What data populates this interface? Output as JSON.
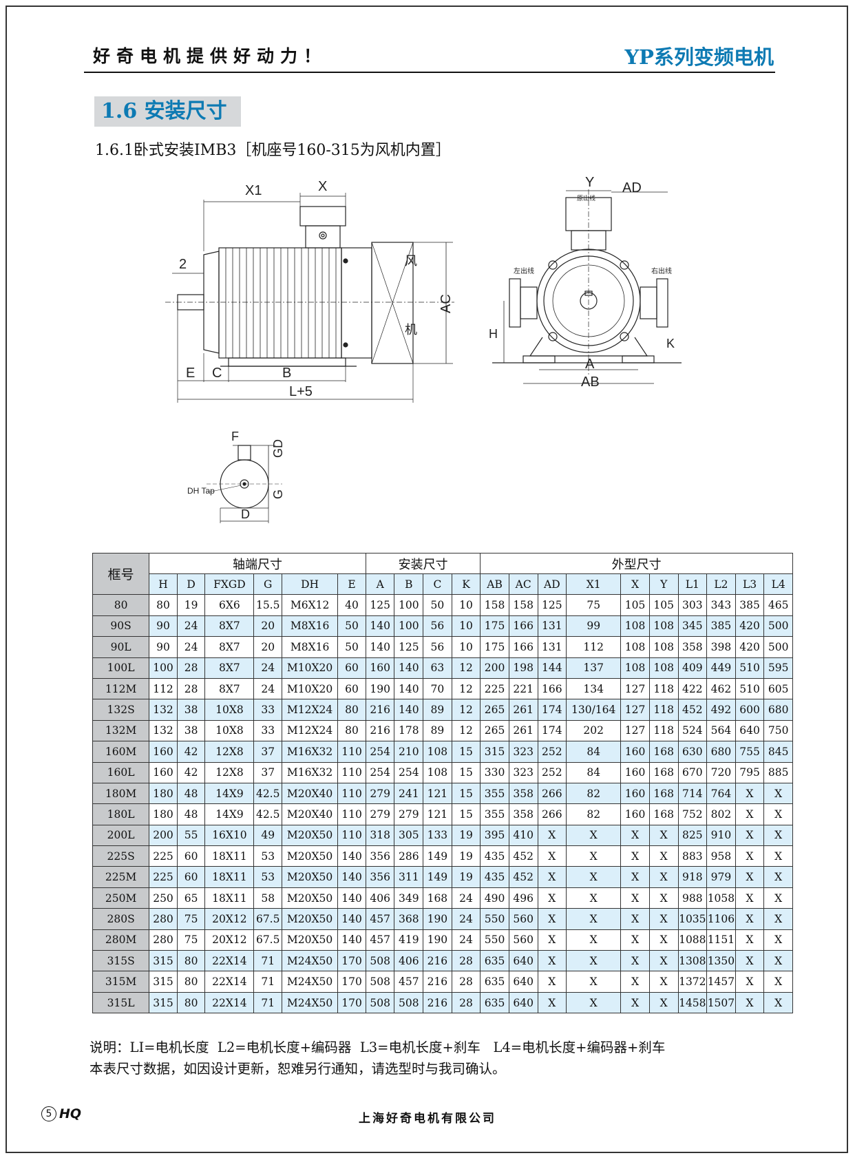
{
  "header": {
    "left_slogan": "好奇电机提供好动力！",
    "right_title": "YP系列变频电机"
  },
  "section": {
    "title": "1.6 安装尺寸",
    "subtitle": "1.6.1卧式安装IMB3［机座号160-315为风机内置］"
  },
  "drawing_labels": {
    "x1": "X1",
    "x": "X",
    "two": "2",
    "ac": "AC",
    "fan1": "风",
    "fan2": "机",
    "e": "E",
    "c": "C",
    "b": "B",
    "l5": "L+5",
    "y": "Y",
    "ad": "AD",
    "baseline": "原出线",
    "left_out": "左出线",
    "right_out": "右出线",
    "h": "H",
    "k": "K",
    "a": "A",
    "ab": "AB",
    "f": "F",
    "gd": "GD",
    "g": "G",
    "d": "D",
    "dh": "DH Tap"
  },
  "table": {
    "corner": "框号",
    "groups": [
      {
        "label": "轴端尺寸"
      },
      {
        "label": "安装尺寸"
      },
      {
        "label": "外型尺寸"
      }
    ],
    "columns": [
      "H",
      "D",
      "FXGD",
      "G",
      "DH",
      "E",
      "A",
      "B",
      "C",
      "K",
      "AB",
      "AC",
      "AD",
      "X1",
      "X",
      "Y",
      "L1",
      "L2",
      "L3",
      "L4"
    ],
    "rows": [
      {
        "frame": "80",
        "values": [
          "80",
          "19",
          "6X6",
          "15.5",
          "M6X12",
          "40",
          "125",
          "100",
          "50",
          "10",
          "158",
          "158",
          "125",
          "75",
          "105",
          "105",
          "303",
          "343",
          "385",
          "465"
        ]
      },
      {
        "frame": "90S",
        "values": [
          "90",
          "24",
          "8X7",
          "20",
          "M8X16",
          "50",
          "140",
          "100",
          "56",
          "10",
          "175",
          "166",
          "131",
          "99",
          "108",
          "108",
          "345",
          "385",
          "420",
          "500"
        ]
      },
      {
        "frame": "90L",
        "values": [
          "90",
          "24",
          "8X7",
          "20",
          "M8X16",
          "50",
          "140",
          "125",
          "56",
          "10",
          "175",
          "166",
          "131",
          "112",
          "108",
          "108",
          "358",
          "398",
          "420",
          "500"
        ]
      },
      {
        "frame": "100L",
        "values": [
          "100",
          "28",
          "8X7",
          "24",
          "M10X20",
          "60",
          "160",
          "140",
          "63",
          "12",
          "200",
          "198",
          "144",
          "137",
          "108",
          "108",
          "409",
          "449",
          "510",
          "595"
        ]
      },
      {
        "frame": "112M",
        "values": [
          "112",
          "28",
          "8X7",
          "24",
          "M10X20",
          "60",
          "190",
          "140",
          "70",
          "12",
          "225",
          "221",
          "166",
          "134",
          "127",
          "118",
          "422",
          "462",
          "510",
          "605"
        ]
      },
      {
        "frame": "132S",
        "values": [
          "132",
          "38",
          "10X8",
          "33",
          "M12X24",
          "80",
          "216",
          "140",
          "89",
          "12",
          "265",
          "261",
          "174",
          "130/164",
          "127",
          "118",
          "452",
          "492",
          "600",
          "680"
        ]
      },
      {
        "frame": "132M",
        "values": [
          "132",
          "38",
          "10X8",
          "33",
          "M12X24",
          "80",
          "216",
          "178",
          "89",
          "12",
          "265",
          "261",
          "174",
          "202",
          "127",
          "118",
          "524",
          "564",
          "640",
          "750"
        ]
      },
      {
        "frame": "160M",
        "values": [
          "160",
          "42",
          "12X8",
          "37",
          "M16X32",
          "110",
          "254",
          "210",
          "108",
          "15",
          "315",
          "323",
          "252",
          "84",
          "160",
          "168",
          "630",
          "680",
          "755",
          "845"
        ]
      },
      {
        "frame": "160L",
        "values": [
          "160",
          "42",
          "12X8",
          "37",
          "M16X32",
          "110",
          "254",
          "254",
          "108",
          "15",
          "330",
          "323",
          "252",
          "84",
          "160",
          "168",
          "670",
          "720",
          "795",
          "885"
        ]
      },
      {
        "frame": "180M",
        "values": [
          "180",
          "48",
          "14X9",
          "42.5",
          "M20X40",
          "110",
          "279",
          "241",
          "121",
          "15",
          "355",
          "358",
          "266",
          "82",
          "160",
          "168",
          "714",
          "764",
          "X",
          "X"
        ]
      },
      {
        "frame": "180L",
        "values": [
          "180",
          "48",
          "14X9",
          "42.5",
          "M20X40",
          "110",
          "279",
          "279",
          "121",
          "15",
          "355",
          "358",
          "266",
          "82",
          "160",
          "168",
          "752",
          "802",
          "X",
          "X"
        ]
      },
      {
        "frame": "200L",
        "values": [
          "200",
          "55",
          "16X10",
          "49",
          "M20X50",
          "110",
          "318",
          "305",
          "133",
          "19",
          "395",
          "410",
          "X",
          "X",
          "X",
          "X",
          "825",
          "910",
          "X",
          "X"
        ]
      },
      {
        "frame": "225S",
        "values": [
          "225",
          "60",
          "18X11",
          "53",
          "M20X50",
          "140",
          "356",
          "286",
          "149",
          "19",
          "435",
          "452",
          "X",
          "X",
          "X",
          "X",
          "883",
          "958",
          "X",
          "X"
        ]
      },
      {
        "frame": "225M",
        "values": [
          "225",
          "60",
          "18X11",
          "53",
          "M20X50",
          "140",
          "356",
          "311",
          "149",
          "19",
          "435",
          "452",
          "X",
          "X",
          "X",
          "X",
          "918",
          "979",
          "X",
          "X"
        ]
      },
      {
        "frame": "250M",
        "values": [
          "250",
          "65",
          "18X11",
          "58",
          "M20X50",
          "140",
          "406",
          "349",
          "168",
          "24",
          "490",
          "496",
          "X",
          "X",
          "X",
          "X",
          "988",
          "1058",
          "X",
          "X"
        ]
      },
      {
        "frame": "280S",
        "values": [
          "280",
          "75",
          "20X12",
          "67.5",
          "M20X50",
          "140",
          "457",
          "368",
          "190",
          "24",
          "550",
          "560",
          "X",
          "X",
          "X",
          "X",
          "1035",
          "1106",
          "X",
          "X"
        ]
      },
      {
        "frame": "280M",
        "values": [
          "280",
          "75",
          "20X12",
          "67.5",
          "M20X50",
          "140",
          "457",
          "419",
          "190",
          "24",
          "550",
          "560",
          "X",
          "X",
          "X",
          "X",
          "1088",
          "1151",
          "X",
          "X"
        ]
      },
      {
        "frame": "315S",
        "values": [
          "315",
          "80",
          "22X14",
          "71",
          "M24X50",
          "170",
          "508",
          "406",
          "216",
          "28",
          "635",
          "640",
          "X",
          "X",
          "X",
          "X",
          "1308",
          "1350",
          "X",
          "X"
        ]
      },
      {
        "frame": "315M",
        "values": [
          "315",
          "80",
          "22X14",
          "71",
          "M24X50",
          "170",
          "508",
          "457",
          "216",
          "28",
          "635",
          "640",
          "X",
          "X",
          "X",
          "X",
          "1372",
          "1457",
          "X",
          "X"
        ]
      },
      {
        "frame": "315L",
        "values": [
          "315",
          "80",
          "22X14",
          "71",
          "M24X50",
          "170",
          "508",
          "508",
          "216",
          "28",
          "635",
          "640",
          "X",
          "X",
          "X",
          "X",
          "1458",
          "1507",
          "X",
          "X"
        ]
      }
    ]
  },
  "notes": {
    "line1": "说明：LI=电机长度  L2=电机长度+编码器  L3=电机长度+刹车   L4=电机长度+编码器+刹车",
    "line2": "本表尺寸数据，如因设计更新，恕难另行通知，请选型时与我司确认。"
  },
  "footer": {
    "page_number": "5",
    "brand": "HQ",
    "company": "上海好奇电机有限公司"
  }
}
